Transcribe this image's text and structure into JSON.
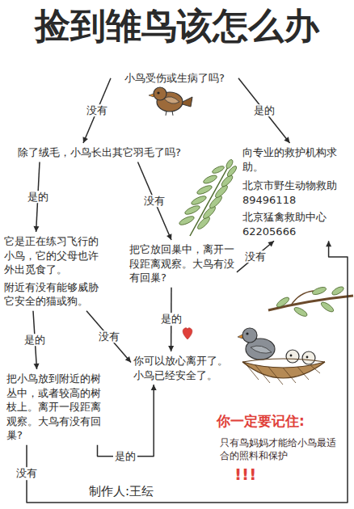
{
  "diagram": {
    "title": "捡到雏鸟该怎么办",
    "nodes": [
      {
        "text": [
          "小鸟受伤或生病了吗?"
        ]
      },
      {
        "text": [
          "除了绒毛，小鸟长出其它羽毛了吗?"
        ]
      },
      {
        "text": [
          "向专业的救护机构求助。",
          "北京市野生动物救助 89496118",
          "北京猛禽救助中心 62205666"
        ]
      },
      {
        "text": [
          "它是正在练习飞行的小鸟，它的父母也许外出觅食了。",
          "附近有没有能够威胁它安全的猫或狗。"
        ]
      },
      {
        "text": [
          "把它放回巢中，离开一段距离观察。大鸟有没有回巢?"
        ]
      },
      {
        "text": [
          "你可以放心离开了。小鸟已经安全了。"
        ]
      },
      {
        "text": [
          "把小鸟放到附近的树丛中，或者较高的树枝上。离开一段距离观察。大鸟有没有回巢?"
        ]
      }
    ],
    "edges": [
      {
        "from": 0,
        "to": 1,
        "label": "没有",
        "arrow": "to"
      },
      {
        "from": 0,
        "to": 2,
        "label": "是的",
        "arrow": "to"
      },
      {
        "from": 1,
        "to": 3,
        "label": "是的",
        "arrow": "to"
      },
      {
        "from": 1,
        "to": 4,
        "label": "没有",
        "arrow": "to"
      },
      {
        "from": 4,
        "to": 2,
        "label": "没有",
        "arrow": "to"
      },
      {
        "from": 4,
        "to": 5,
        "label": "是的",
        "arrow": "to"
      },
      {
        "from": 3,
        "to": 6,
        "label": "是的",
        "arrow": "to"
      },
      {
        "from": 3,
        "to": 5,
        "label": "没有",
        "arrow": "to"
      },
      {
        "from": 6,
        "to": 5,
        "label": "是的",
        "arrow": "to"
      },
      {
        "from": 6,
        "to": 2,
        "label": "没有",
        "arrow": "to"
      }
    ],
    "labels": [
      "你一定要记住:",
      "只有鸟妈妈才能给小鸟最适合的照料和保护",
      "!!!",
      "制作人:王纭"
    ]
  }
}
